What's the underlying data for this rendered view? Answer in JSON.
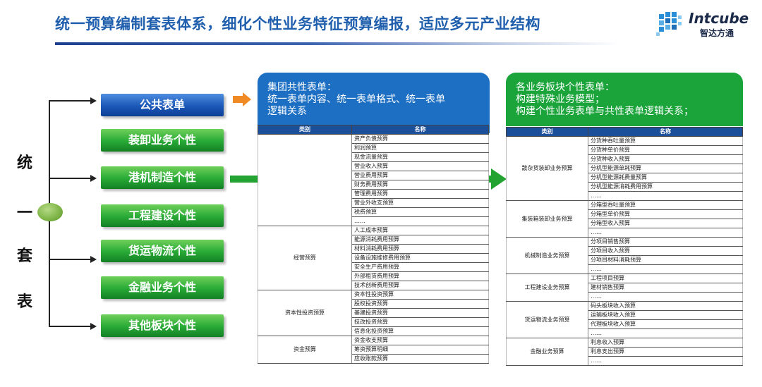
{
  "header": {
    "title": "统一预算编制套表体系，细化个性业务特征预算编报，适应多元产业结构",
    "logo_text": "Intcube",
    "logo_cn": "智达方通"
  },
  "left": {
    "vertical_chars": [
      "统",
      "一",
      "套",
      "表"
    ],
    "pills": [
      {
        "label": "公共表单",
        "color": "blue"
      },
      {
        "label": "装卸业务个性",
        "color": "green"
      },
      {
        "label": "港机制造个性",
        "color": "green"
      },
      {
        "label": "工程建设个性",
        "color": "green"
      },
      {
        "label": "货运物流个性",
        "color": "green"
      },
      {
        "label": "金融业务个性",
        "color": "green"
      },
      {
        "label": "其他板块个性",
        "color": "green"
      }
    ]
  },
  "panel_common": {
    "lines": [
      "集团共性表单：",
      "统一表单内容、统一表单格式、统一表单",
      "逻辑关系"
    ],
    "headers": [
      "类别",
      "名称"
    ],
    "groups": [
      {
        "category": "",
        "items": [
          "资产负债预算",
          "利润预算",
          "现金流量预算",
          "营业收入预算",
          "营业费用预算",
          "财务费用预算",
          "管理费用预算",
          "营业外收支预算",
          "税费预算",
          "……"
        ]
      },
      {
        "category": "经营预算",
        "items": [
          "人工成本预算",
          "能源消耗费用预算",
          "材料消耗费用预算",
          "设备设施维修费用预算",
          "安全生产费用预算",
          "外部租赁费用预算",
          "技术创新费用预算"
        ]
      },
      {
        "category": "资本性投资预算",
        "items": [
          "资本性投资预算",
          "股权投资预算",
          "基建投资预算",
          "技改投资预算",
          "信息化投资预算"
        ]
      },
      {
        "category": "资金预算",
        "items": [
          "资金收支预算",
          "筹资预算明细",
          "应收账款预算"
        ]
      }
    ]
  },
  "panel_business": {
    "lines": [
      "各业务板块个性表单：",
      "构建特殊业务模型；",
      "构建个性业务表单与共性表单逻辑关系；"
    ],
    "headers": [
      "类别",
      "名称"
    ],
    "groups": [
      {
        "category": "散杂货装卸业务预算",
        "items": [
          "分货种吞吐量预算",
          "分货种单价预算",
          "分货种收入预算",
          "分机型能源单耗预算",
          "分机型能源耗费量预算",
          "分机型能源消耗费用预算",
          "……"
        ]
      },
      {
        "category": "集装箱装卸业务预算",
        "items": [
          "分箱型吞吐量预算",
          "分箱型单价预算",
          "分箱型收入预算",
          "……"
        ]
      },
      {
        "category": "机械制造业务预算",
        "items": [
          "分项目销售预算",
          "分项目收入预算",
          "分项目材料消耗预算",
          "……"
        ]
      },
      {
        "category": "工程建设业务预算",
        "items": [
          "工程项目预算",
          "建材销售预算",
          "……"
        ]
      },
      {
        "category": "货运物流业务预算",
        "items": [
          "码头板块收入预算",
          "运输板块收入预算",
          "代理板块收入预算",
          "……"
        ]
      },
      {
        "category": "金融业务预算",
        "items": [
          "利息收入预算",
          "利息支出预算",
          "……"
        ]
      }
    ]
  }
}
